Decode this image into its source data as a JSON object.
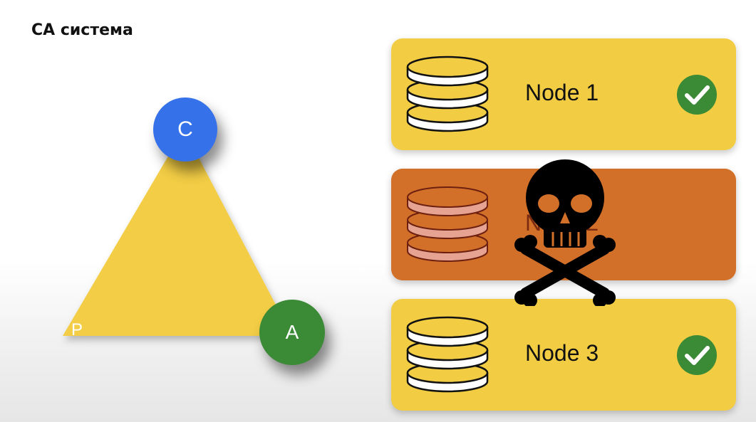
{
  "slide": {
    "title": "CA система"
  },
  "triangle": {
    "vertices": {
      "c": "C",
      "a": "A",
      "p": "P"
    },
    "colors": {
      "fill": "#f2cd44",
      "c": "#3572ea",
      "a": "#3b8a36"
    }
  },
  "nodes": [
    {
      "label": "Node 1",
      "status": "ok",
      "status_icon": "check-icon",
      "color": "#f2cd44"
    },
    {
      "label": "Node 2",
      "status": "failed",
      "status_icon": "skull-crossbones-icon",
      "color": "#d27029"
    },
    {
      "label": "Node 3",
      "status": "ok",
      "status_icon": "check-icon",
      "color": "#f2cd44"
    }
  ]
}
